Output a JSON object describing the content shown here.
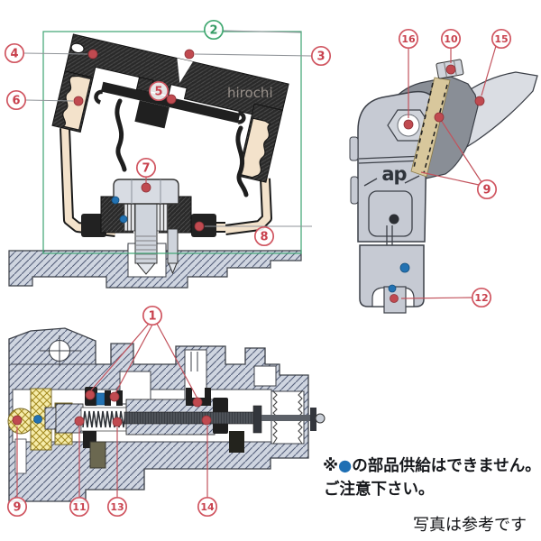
{
  "watermark": "hirochi",
  "brand_logo": "ap",
  "callouts": {
    "c1": "1",
    "c2": "2",
    "c3": "3",
    "c4": "4",
    "c5": "5",
    "c6": "6",
    "c7": "7",
    "c8": "8",
    "c9": "9",
    "c10": "10",
    "c11": "11",
    "c12": "12",
    "c13": "13",
    "c14": "14",
    "c15": "15",
    "c16": "16"
  },
  "notes": {
    "supply_prefix": "※",
    "supply_bullet": "●",
    "supply_text": "の部品供給はできません。",
    "supply_line2": "ご注意下さい。",
    "photo": "写真は参考です"
  },
  "colors": {
    "callout_red": "#c8414d",
    "callout_green": "#339a63",
    "marker_red": "#c04a50",
    "marker_blue": "#2372b2",
    "body_hatch_fill": "#cfd5e0",
    "dark_rubber": "#262626",
    "cream_diaphragm": "#f3e2cb",
    "tan_pivot": "#d8c79c",
    "yellow_bushing": "#f6ecaa",
    "note_bullet_blue": "#1e6fb4"
  }
}
